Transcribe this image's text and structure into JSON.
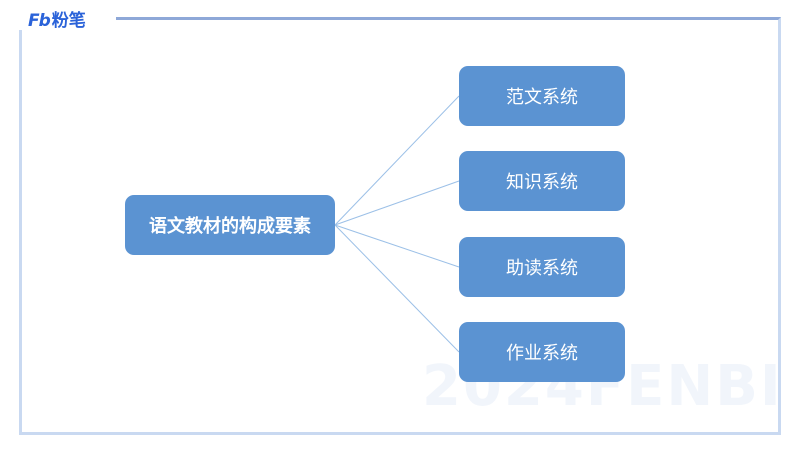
{
  "header": {
    "logo_mark": "Fb",
    "logo_text": "粉笔"
  },
  "watermark": "2024FENBI",
  "diagram": {
    "root": "语文教材的构成要素",
    "children": [
      "范文系统",
      "知识系统",
      "助读系统",
      "作业系统"
    ]
  },
  "colors": {
    "node_fill": "#5b93d2",
    "node_text": "#ffffff",
    "connector": "#9cc0e7",
    "brand": "#2b63d9",
    "frame": "#c9d9f1"
  }
}
